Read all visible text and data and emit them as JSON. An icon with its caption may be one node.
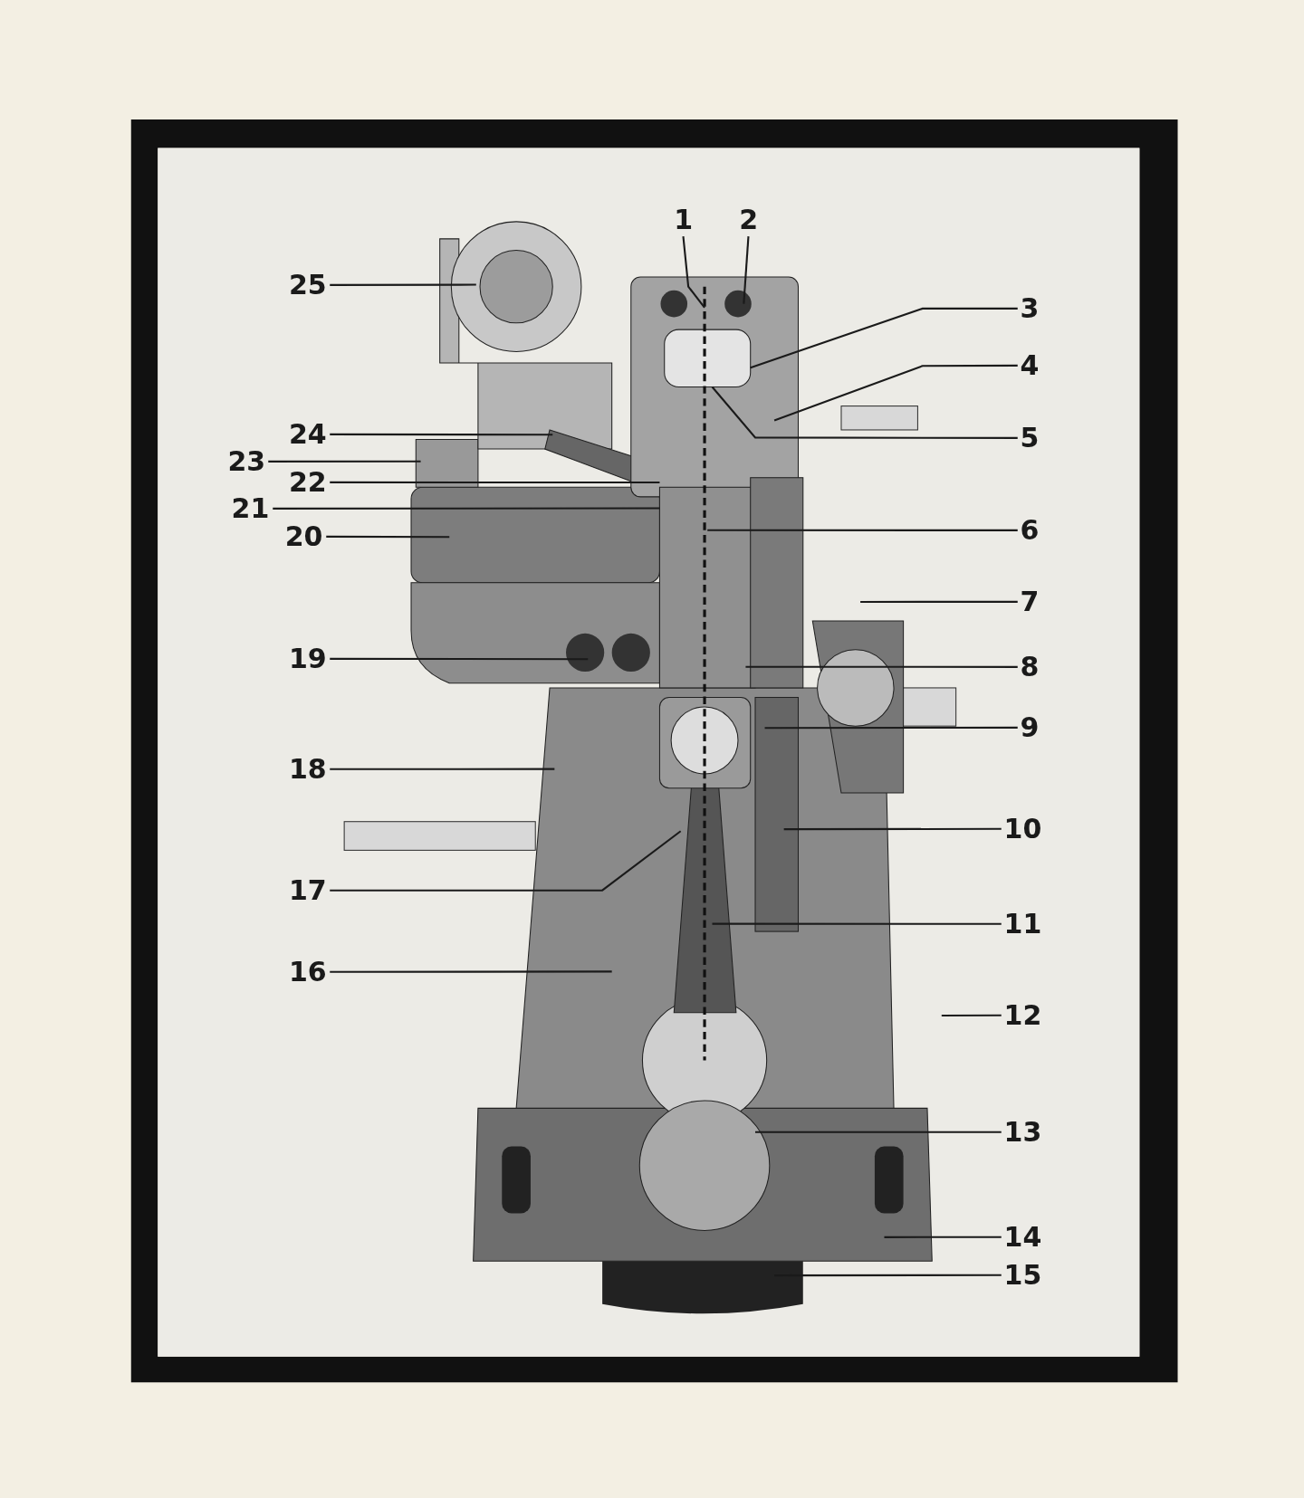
{
  "diagram": {
    "nodes": [
      {
        "text": [
          "1"
        ]
      },
      {
        "text": [
          "2"
        ]
      },
      {
        "text": [
          "3"
        ]
      },
      {
        "text": [
          "4"
        ]
      },
      {
        "text": [
          "5"
        ]
      },
      {
        "text": [
          "6"
        ]
      },
      {
        "text": [
          "7"
        ]
      },
      {
        "text": [
          "8"
        ]
      },
      {
        "text": [
          "9"
        ]
      },
      {
        "text": [
          "10"
        ]
      },
      {
        "text": [
          "11"
        ]
      },
      {
        "text": [
          "12"
        ]
      },
      {
        "text": [
          "13"
        ]
      },
      {
        "text": [
          "14"
        ]
      },
      {
        "text": [
          "15"
        ]
      },
      {
        "text": [
          "16"
        ]
      },
      {
        "text": [
          "17"
        ]
      },
      {
        "text": [
          "18"
        ]
      },
      {
        "text": [
          "19"
        ]
      },
      {
        "text": [
          "20"
        ]
      },
      {
        "text": [
          "21"
        ]
      },
      {
        "text": [
          "22"
        ]
      },
      {
        "text": [
          "23"
        ]
      },
      {
        "text": [
          "24"
        ]
      },
      {
        "text": [
          "25"
        ]
      }
    ],
    "edges": [
      {
        "from": 0,
        "to": null,
        "arrow": "none"
      },
      {
        "from": 1,
        "to": null,
        "arrow": "none"
      },
      {
        "from": 2,
        "to": null,
        "arrow": "none"
      },
      {
        "from": 3,
        "to": null,
        "arrow": "none"
      },
      {
        "from": 4,
        "to": null,
        "arrow": "none"
      },
      {
        "from": 5,
        "to": null,
        "arrow": "none"
      },
      {
        "from": 6,
        "to": null,
        "arrow": "none"
      },
      {
        "from": 7,
        "to": null,
        "arrow": "none"
      },
      {
        "from": 8,
        "to": null,
        "arrow": "none"
      },
      {
        "from": 9,
        "to": null,
        "arrow": "none"
      },
      {
        "from": 10,
        "to": null,
        "arrow": "none"
      },
      {
        "from": 11,
        "to": null,
        "arrow": "none"
      },
      {
        "from": 12,
        "to": null,
        "arrow": "none"
      },
      {
        "from": 13,
        "to": null,
        "arrow": "none"
      },
      {
        "from": 14,
        "to": null,
        "arrow": "none"
      },
      {
        "from": 15,
        "to": null,
        "arrow": "none"
      },
      {
        "from": 16,
        "to": null,
        "arrow": "none"
      },
      {
        "from": 17,
        "to": null,
        "arrow": "none"
      },
      {
        "from": 18,
        "to": null,
        "arrow": "none"
      },
      {
        "from": 19,
        "to": null,
        "arrow": "none"
      },
      {
        "from": 20,
        "to": null,
        "arrow": "none"
      },
      {
        "from": 21,
        "to": null,
        "arrow": "none"
      },
      {
        "from": 22,
        "to": null,
        "arrow": "none"
      },
      {
        "from": 23,
        "to": null,
        "arrow": "none"
      },
      {
        "from": 24,
        "to": null,
        "arrow": "none"
      }
    ]
  }
}
